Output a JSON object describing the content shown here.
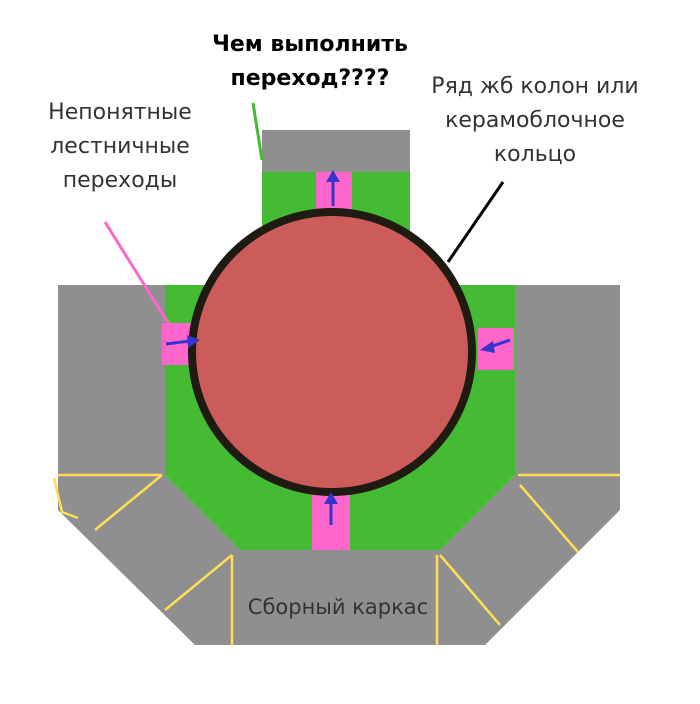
{
  "labels": {
    "question": [
      "Чем выполнить",
      "переход????"
    ],
    "stairs": [
      "Непонятные",
      "лестничные",
      "переходы"
    ],
    "ring": [
      "Ряд жб колон или",
      "керамоблочное",
      "кольцо"
    ],
    "frame": "Сборный каркас"
  },
  "colors": {
    "gray": "#8f8f8f",
    "green": "#44bb33",
    "pink": "#ff66cc",
    "circle_fill": "#cc5c5a",
    "circle_ring": "#1f1a12",
    "arrow": "#3535cc",
    "yellow": "#ffdd55",
    "leader_green": "#44bb33",
    "leader_pink": "#ff66cc",
    "leader_black": "#000000"
  }
}
